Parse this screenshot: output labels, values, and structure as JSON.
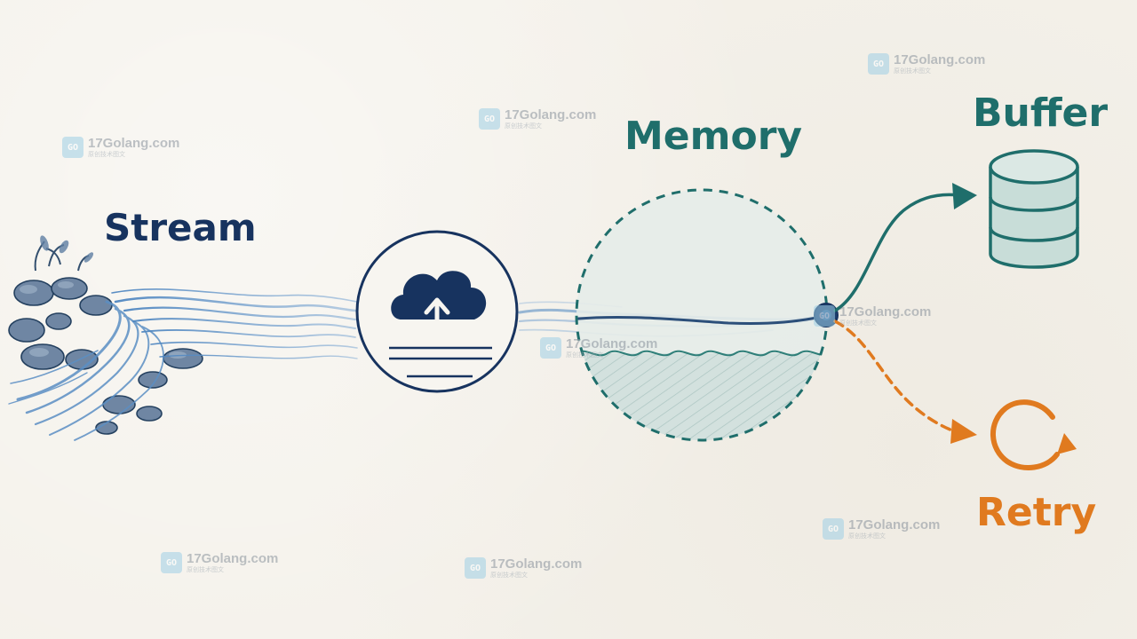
{
  "labels": {
    "stream": "Stream",
    "memory": "Memory",
    "buffer": "Buffer",
    "retry": "Retry"
  },
  "watermark": {
    "text": "17Golang.com",
    "subtext": "原创技术图文",
    "logo_text": "GO"
  },
  "icons": {
    "upload": "cloud-upload-icon",
    "buffer": "database-icon",
    "retry": "retry-icon",
    "river": "river-illustration"
  },
  "colors": {
    "navy": "#17335f",
    "teal": "#1f6e6b",
    "orange": "#e07a1f",
    "water": "#5b8fc4",
    "background": "#f4f1ea"
  }
}
